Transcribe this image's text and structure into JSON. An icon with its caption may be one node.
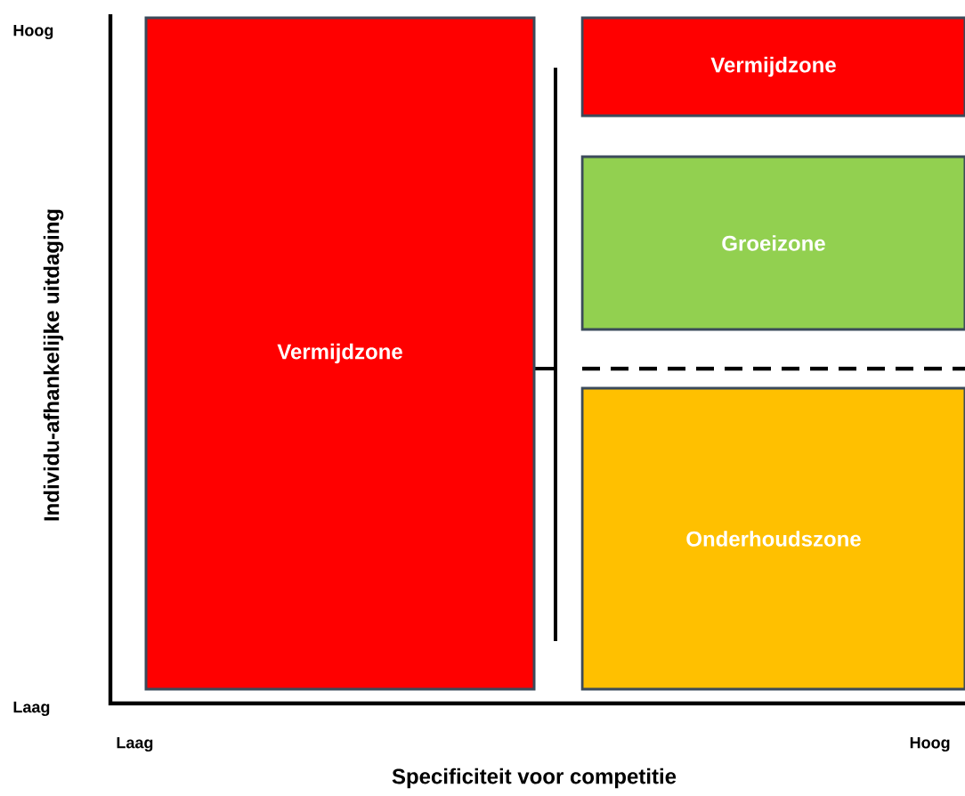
{
  "diagram": {
    "nodes": [
      {
        "text": [
          "Vermijdzone"
        ]
      },
      {
        "text": [
          "Vermijdzone"
        ]
      },
      {
        "text": [
          "Groeizone"
        ]
      },
      {
        "text": [
          "Onderhoudszone"
        ]
      }
    ],
    "labels": [
      "Hoog",
      "Laag",
      "Individu-afhankelijke uitdaging",
      "Laag",
      "Hoog",
      "Specificiteit voor competitie"
    ]
  }
}
